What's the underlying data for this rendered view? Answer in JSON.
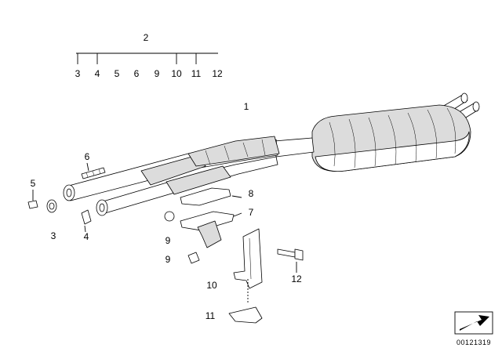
{
  "diagram": {
    "group": {
      "parent_label": "2",
      "children": [
        "3",
        "4",
        "5",
        "6",
        "9",
        "10",
        "11",
        "12"
      ]
    },
    "callouts": {
      "c1": "1",
      "c3": "3",
      "c4": "4",
      "c5": "5",
      "c6": "6",
      "c7": "7",
      "c8": "8",
      "c9a": "9",
      "c9b": "9",
      "c10": "10",
      "c11": "11",
      "c12": "12"
    },
    "image_id": "00121319"
  }
}
